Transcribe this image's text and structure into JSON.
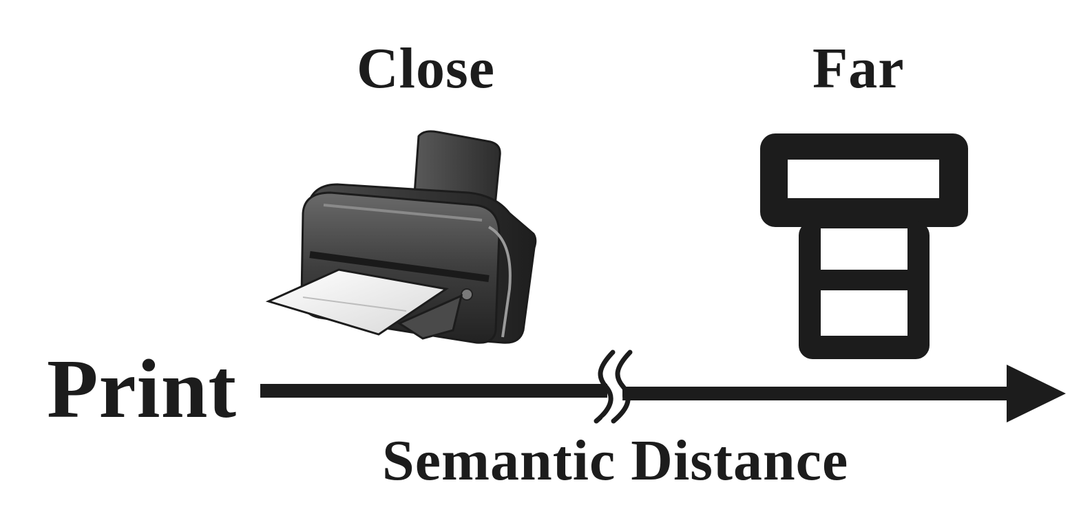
{
  "labels": {
    "close": "Close",
    "far": "Far",
    "query": "Print",
    "axis": "Semantic Distance"
  },
  "icons": {
    "close_icon": "printer-icon",
    "far_icon": "stacked-boxes-icon"
  },
  "colors": {
    "text": "#1c1c1c",
    "axis": "#1c1c1c",
    "icon_dark": "#2a2a2a"
  }
}
